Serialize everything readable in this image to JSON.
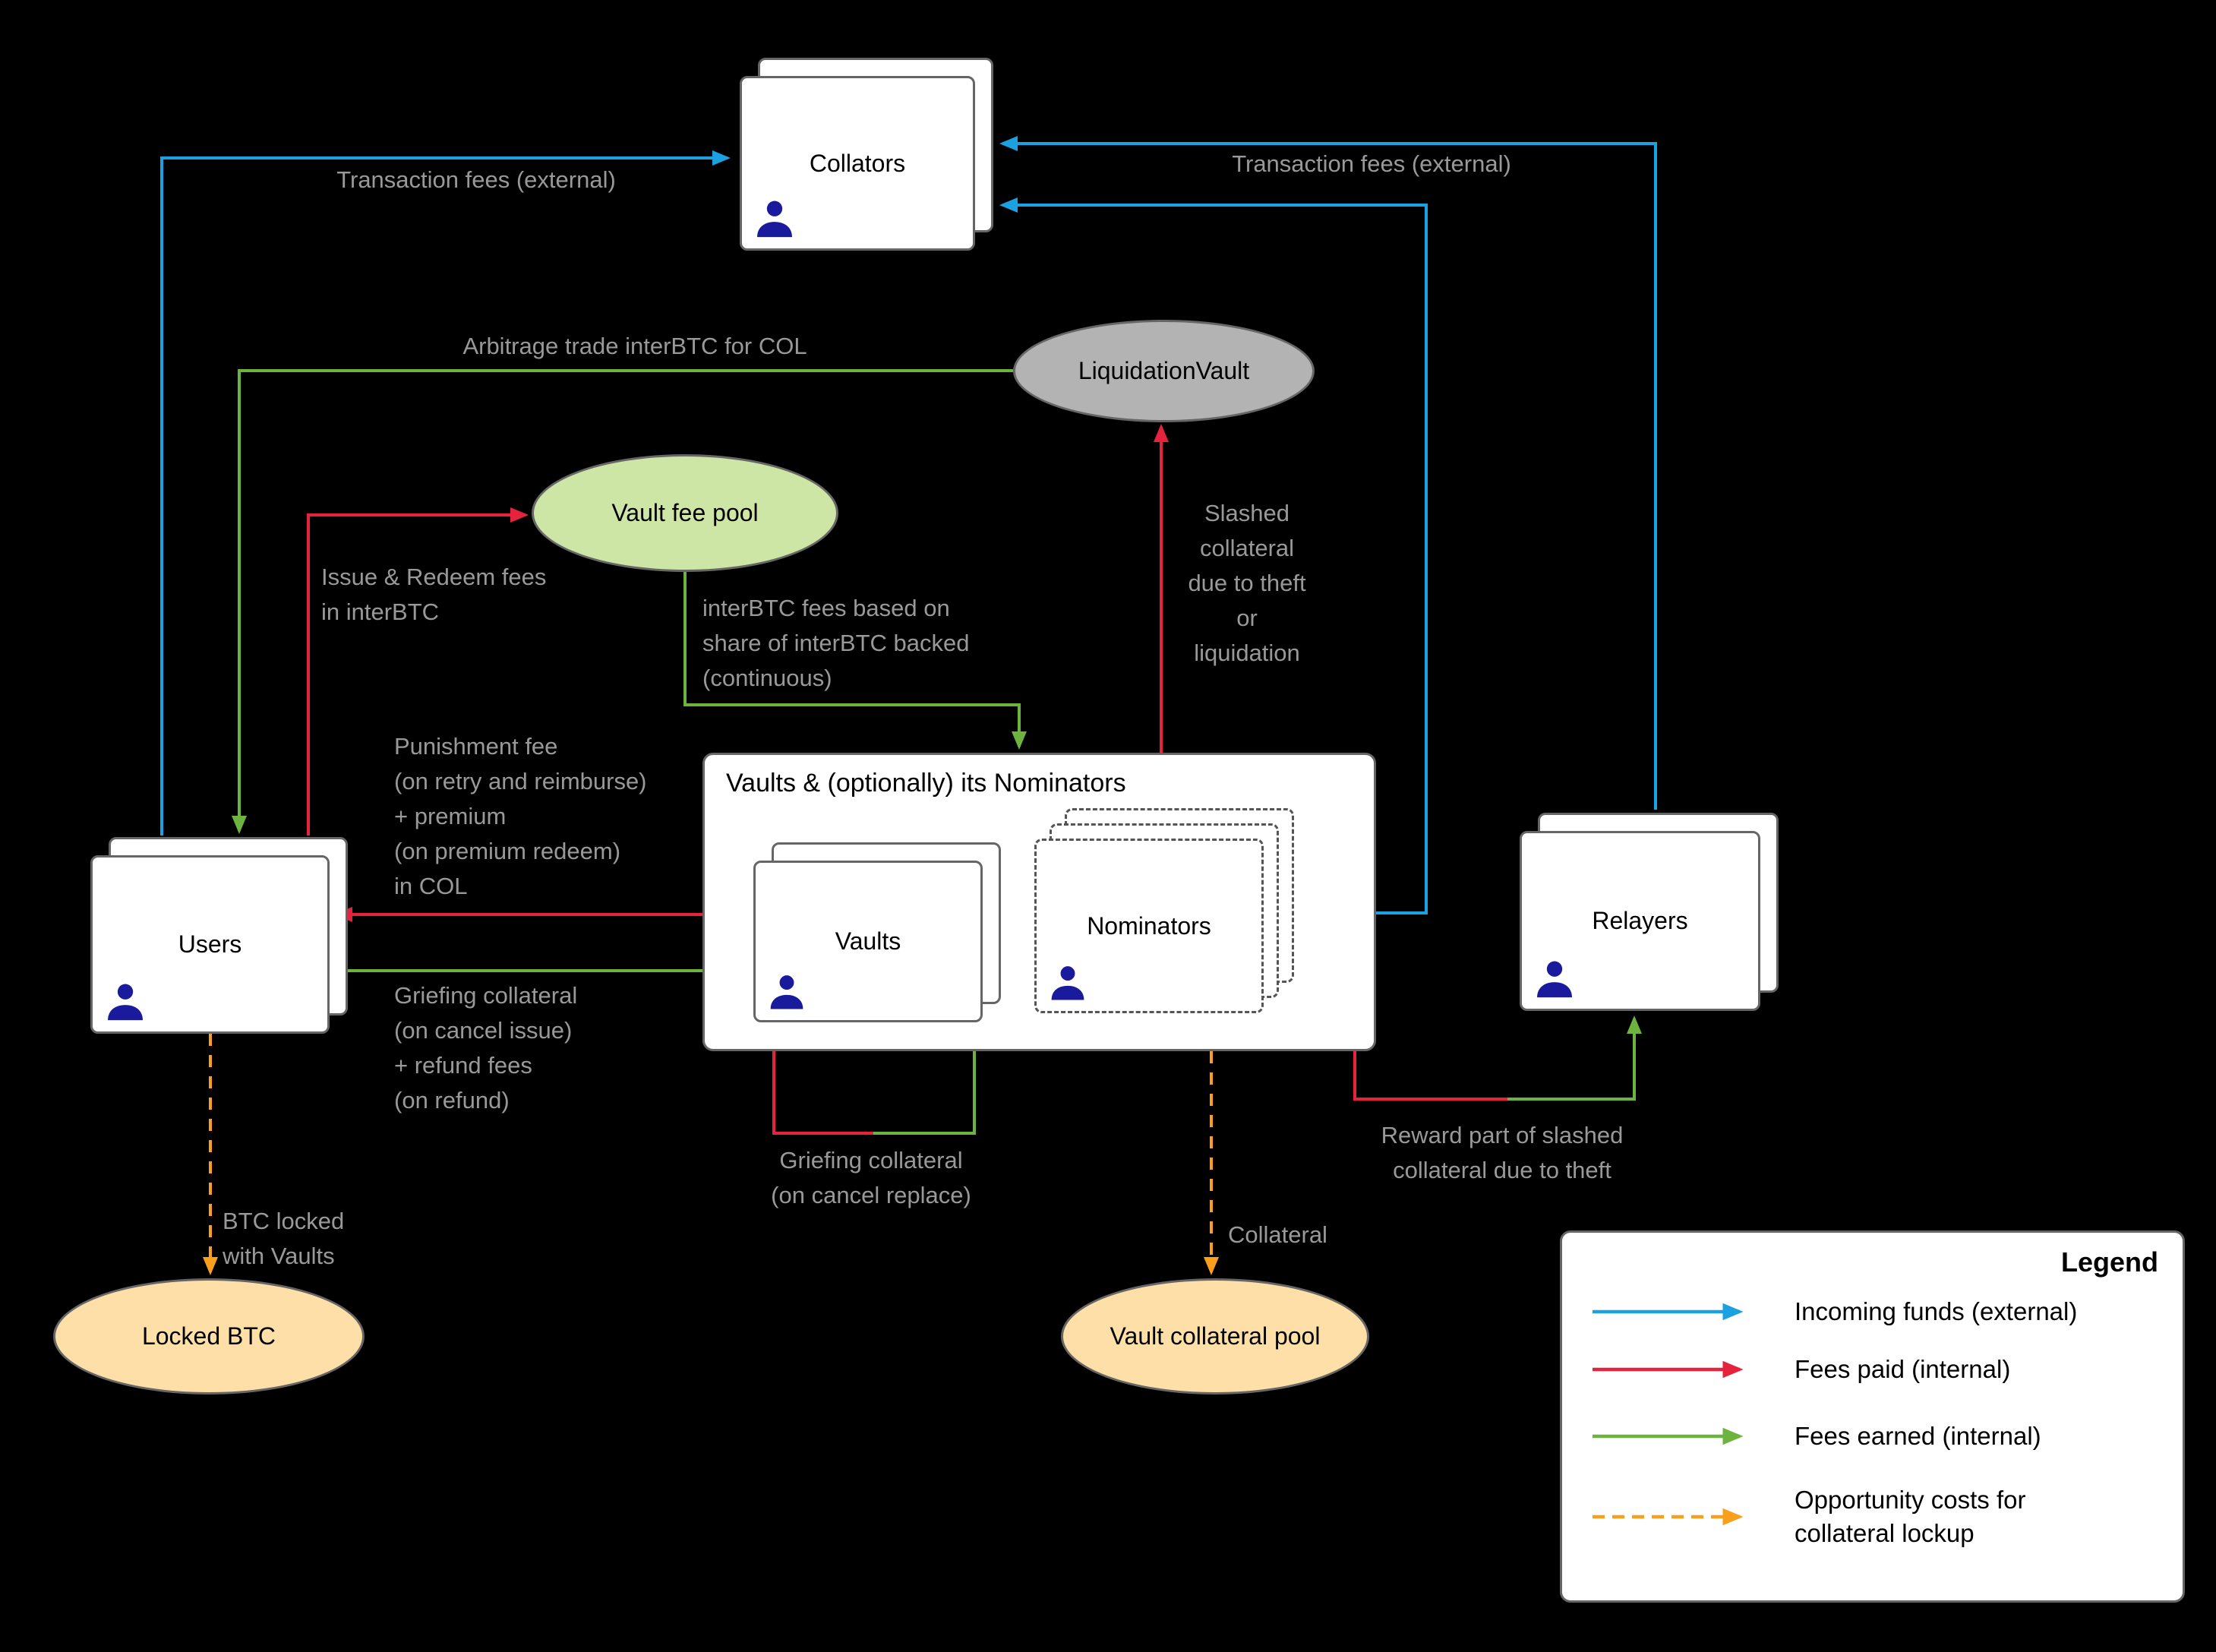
{
  "colors": {
    "background": "#000000",
    "incoming_external_blue": "#1ba1e2",
    "fees_paid_red": "#e5233d",
    "fees_earned_green": "#6cb33f",
    "opportunity_orange": "#fa9f1b",
    "node_border_gray": "#666666",
    "edge_label_gray": "#999999",
    "green_pool_fill": "#cde6a5",
    "gray_pool_fill": "#b3b3b3",
    "orange_pool_fill": "#ffdfa8",
    "person_icon_navy": "#1a1a9c"
  },
  "nodes": {
    "collators": {
      "title": "Collators"
    },
    "users": {
      "title": "Users"
    },
    "relayers": {
      "title": "Relayers"
    },
    "vaults_container": {
      "title": "Vaults & (optionally) its Nominators"
    },
    "vaults": {
      "title": "Vaults"
    },
    "nominators": {
      "title": "Nominators"
    },
    "liquidation_vault": {
      "title": "LiquidationVault"
    },
    "vault_fee_pool": {
      "title": "Vault fee pool"
    },
    "locked_btc": {
      "title": "Locked BTC"
    },
    "vault_collateral_pool": {
      "title": "Vault collateral pool"
    }
  },
  "edge_labels": {
    "transaction_fees_left": "Transaction fees (external)",
    "transaction_fees_right": "Transaction fees (external)",
    "arbitrage": "Arbitrage trade interBTC for COL",
    "issue_redeem": "Issue & Redeem fees\nin interBTC",
    "interbtc_fees": "interBTC fees based on\nshare of interBTC backed\n(continuous)",
    "slashed": "Slashed\ncollateral\ndue to theft\nor\nliquidation",
    "punishment": "Punishment fee\n(on retry and reimburse)\n+ premium\n(on premium redeem)\nin COL",
    "griefing_issue": "Griefing collateral\n(on cancel issue)\n+ refund fees\n(on refund)",
    "griefing_replace": "Griefing collateral\n(on cancel replace)",
    "reward_slashed": "Reward part of slashed\ncollateral due to theft",
    "btc_locked": "BTC locked\nwith Vaults",
    "collateral": "Collateral"
  },
  "legend": {
    "title": "Legend",
    "items": [
      {
        "label": "Incoming funds (external)",
        "style": "blue-solid"
      },
      {
        "label": "Fees paid (internal)",
        "style": "red-solid"
      },
      {
        "label": "Fees earned (internal)",
        "style": "green-solid"
      },
      {
        "label": "Opportunity costs for\ncollateral lockup",
        "style": "orange-dashed"
      }
    ]
  }
}
